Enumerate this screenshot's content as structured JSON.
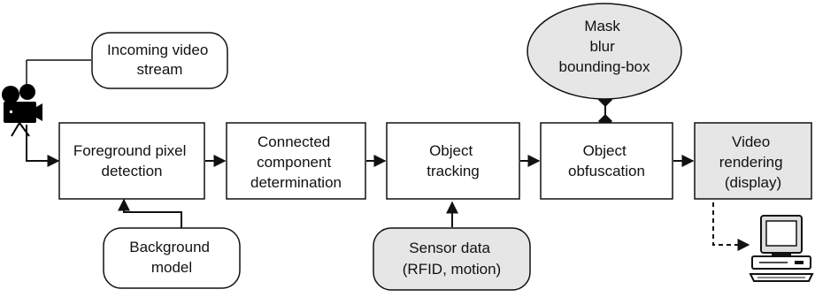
{
  "nodes": {
    "incoming_video": {
      "lines": [
        "Incoming video",
        "stream"
      ]
    },
    "foreground": {
      "lines": [
        "Foreground pixel",
        "detection"
      ]
    },
    "background": {
      "lines": [
        "Background",
        "model"
      ]
    },
    "connected": {
      "lines": [
        "Connected",
        "component",
        "determination"
      ]
    },
    "tracking": {
      "lines": [
        "Object",
        "tracking"
      ]
    },
    "sensor": {
      "lines": [
        "Sensor data",
        "(RFID, motion)"
      ]
    },
    "obfuscation": {
      "lines": [
        "Object",
        "obfuscation"
      ]
    },
    "mask": {
      "lines": [
        "Mask",
        "blur",
        "bounding-box"
      ]
    },
    "rendering": {
      "lines": [
        "Video",
        "rendering",
        "(display)"
      ]
    }
  },
  "colors": {
    "box_fill": "#ffffff",
    "shaded_fill": "#e6e6e6",
    "stroke": "#111111"
  },
  "icons": [
    "video-camera-icon",
    "computer-monitor-icon"
  ]
}
